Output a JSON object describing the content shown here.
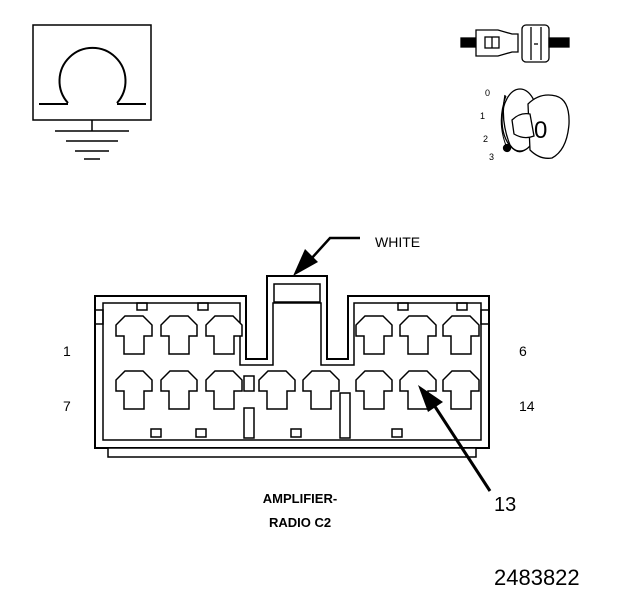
{
  "figure_number": "2483822",
  "connector": {
    "color_label": "WHITE",
    "name_line1": "AMPLIFIER-",
    "name_line2": "RADIO C2",
    "pin_labels": {
      "top_left": "1",
      "top_right": "6",
      "bottom_left": "7",
      "bottom_right": "14"
    },
    "callout": "13"
  },
  "ignition_key": {
    "positions": [
      "3",
      "2",
      "1",
      "0"
    ],
    "key_label": "0"
  },
  "icons": {
    "ohmmeter": "ohmmeter-icon",
    "ground": "ground-icon",
    "connector_plug": "connector-plug-icon",
    "ignition_key": "ignition-key-icon"
  }
}
